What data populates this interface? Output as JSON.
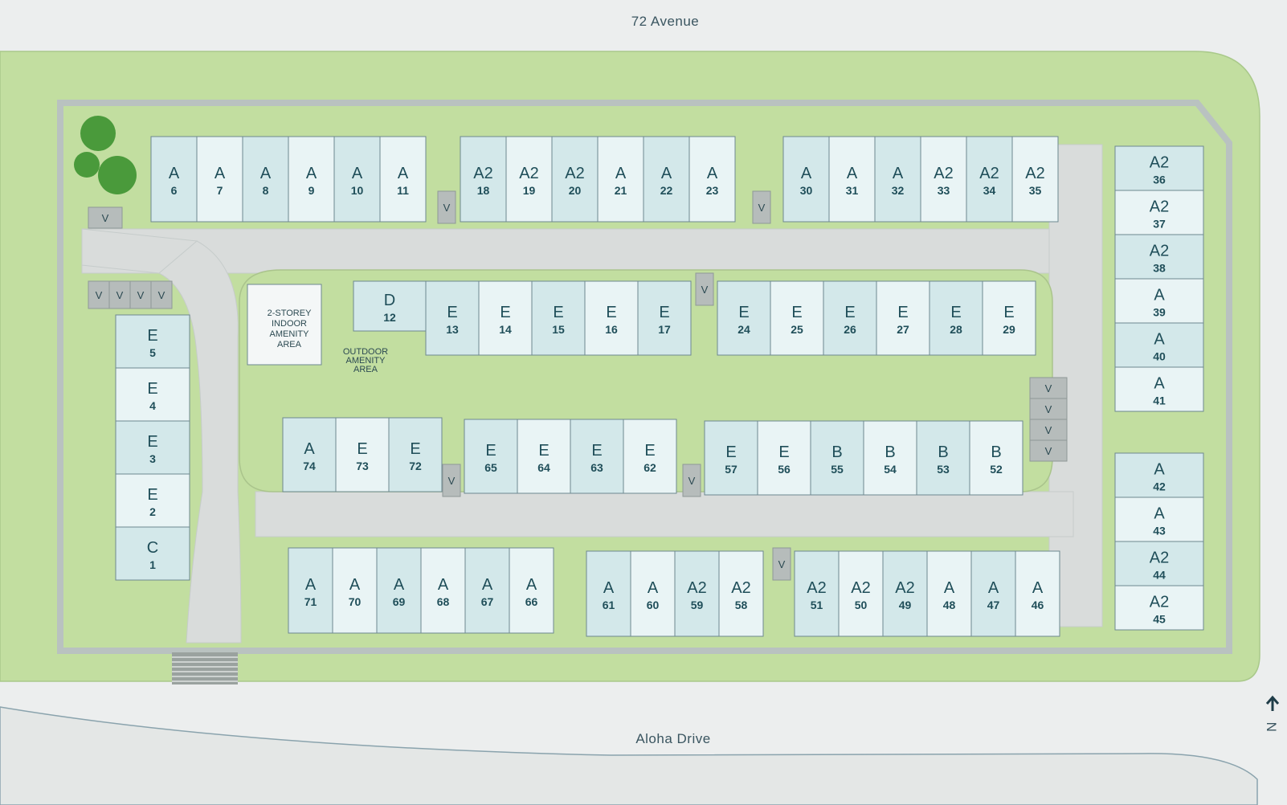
{
  "streets": {
    "north": "72 Avenue",
    "south": "Aloha Drive"
  },
  "amenities": {
    "indoor": [
      "2-STOREY",
      "INDOOR",
      "AMENITY",
      "AREA"
    ],
    "outdoor": [
      "OUTDOOR",
      "AMENITY",
      "AREA"
    ]
  },
  "visitor_label": "V",
  "north_arrow": "N",
  "colors": {
    "unit_a": "#d3e8ea",
    "unit_b": "#e9f4f5",
    "grass": "#c2dea0",
    "road": "#d9dcdb",
    "text": "#1f4e59"
  },
  "units": [
    {
      "t": "A",
      "n": "6"
    },
    {
      "t": "A",
      "n": "7"
    },
    {
      "t": "A",
      "n": "8"
    },
    {
      "t": "A",
      "n": "9"
    },
    {
      "t": "A",
      "n": "10"
    },
    {
      "t": "A",
      "n": "11"
    },
    {
      "t": "A2",
      "n": "18"
    },
    {
      "t": "A2",
      "n": "19"
    },
    {
      "t": "A2",
      "n": "20"
    },
    {
      "t": "A",
      "n": "21"
    },
    {
      "t": "A",
      "n": "22"
    },
    {
      "t": "A",
      "n": "23"
    },
    {
      "t": "A",
      "n": "30"
    },
    {
      "t": "A",
      "n": "31"
    },
    {
      "t": "A",
      "n": "32"
    },
    {
      "t": "A2",
      "n": "33"
    },
    {
      "t": "A2",
      "n": "34"
    },
    {
      "t": "A2",
      "n": "35"
    },
    {
      "t": "A2",
      "n": "36"
    },
    {
      "t": "A2",
      "n": "37"
    },
    {
      "t": "A2",
      "n": "38"
    },
    {
      "t": "A",
      "n": "39"
    },
    {
      "t": "A",
      "n": "40"
    },
    {
      "t": "A",
      "n": "41"
    },
    {
      "t": "A",
      "n": "42"
    },
    {
      "t": "A",
      "n": "43"
    },
    {
      "t": "A2",
      "n": "44"
    },
    {
      "t": "A2",
      "n": "45"
    },
    {
      "t": "E",
      "n": "5"
    },
    {
      "t": "E",
      "n": "4"
    },
    {
      "t": "E",
      "n": "3"
    },
    {
      "t": "E",
      "n": "2"
    },
    {
      "t": "C",
      "n": "1"
    },
    {
      "t": "D",
      "n": "12"
    },
    {
      "t": "E",
      "n": "13"
    },
    {
      "t": "E",
      "n": "14"
    },
    {
      "t": "E",
      "n": "15"
    },
    {
      "t": "E",
      "n": "16"
    },
    {
      "t": "E",
      "n": "17"
    },
    {
      "t": "E",
      "n": "24"
    },
    {
      "t": "E",
      "n": "25"
    },
    {
      "t": "E",
      "n": "26"
    },
    {
      "t": "E",
      "n": "27"
    },
    {
      "t": "E",
      "n": "28"
    },
    {
      "t": "E",
      "n": "29"
    },
    {
      "t": "A",
      "n": "74"
    },
    {
      "t": "E",
      "n": "73"
    },
    {
      "t": "E",
      "n": "72"
    },
    {
      "t": "E",
      "n": "65"
    },
    {
      "t": "E",
      "n": "64"
    },
    {
      "t": "E",
      "n": "63"
    },
    {
      "t": "E",
      "n": "62"
    },
    {
      "t": "E",
      "n": "57"
    },
    {
      "t": "E",
      "n": "56"
    },
    {
      "t": "B",
      "n": "55"
    },
    {
      "t": "B",
      "n": "54"
    },
    {
      "t": "B",
      "n": "53"
    },
    {
      "t": "B",
      "n": "52"
    },
    {
      "t": "A",
      "n": "71"
    },
    {
      "t": "A",
      "n": "70"
    },
    {
      "t": "A",
      "n": "69"
    },
    {
      "t": "A",
      "n": "68"
    },
    {
      "t": "A",
      "n": "67"
    },
    {
      "t": "A",
      "n": "66"
    },
    {
      "t": "A",
      "n": "61"
    },
    {
      "t": "A",
      "n": "60"
    },
    {
      "t": "A2",
      "n": "59"
    },
    {
      "t": "A2",
      "n": "58"
    },
    {
      "t": "A2",
      "n": "51"
    },
    {
      "t": "A2",
      "n": "50"
    },
    {
      "t": "A2",
      "n": "49"
    },
    {
      "t": "A",
      "n": "48"
    },
    {
      "t": "A",
      "n": "47"
    },
    {
      "t": "A",
      "n": "46"
    }
  ]
}
